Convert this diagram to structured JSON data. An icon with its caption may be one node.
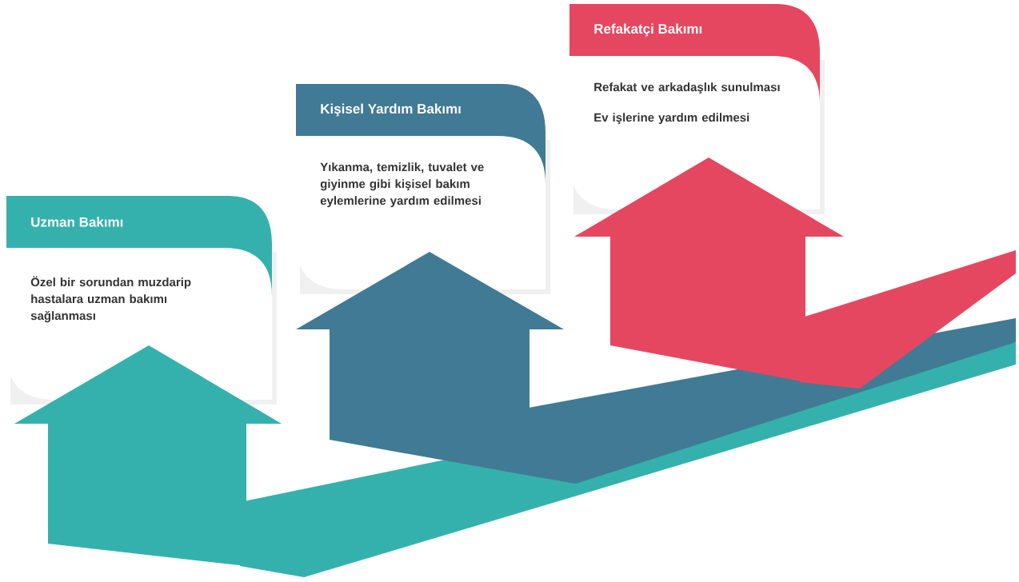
{
  "diagram": {
    "nodes": [
      {
        "text": [
          "Uzman Bakımı",
          "Özel bir sorundan muzdarip hastalara uzman bakımı sağlanması"
        ]
      },
      {
        "text": [
          "Kişisel Yardım Bakımı",
          "Yıkanma, temizlik, tuvalet ve giyinme gibi kişisel bakım eylemlerine yardım edilmesi"
        ]
      },
      {
        "text": [
          "Refakatçi Bakımı",
          "Refakat ve arkadaşlık sunulması",
          "Ev işlerine yardım edilmesi"
        ]
      }
    ]
  }
}
